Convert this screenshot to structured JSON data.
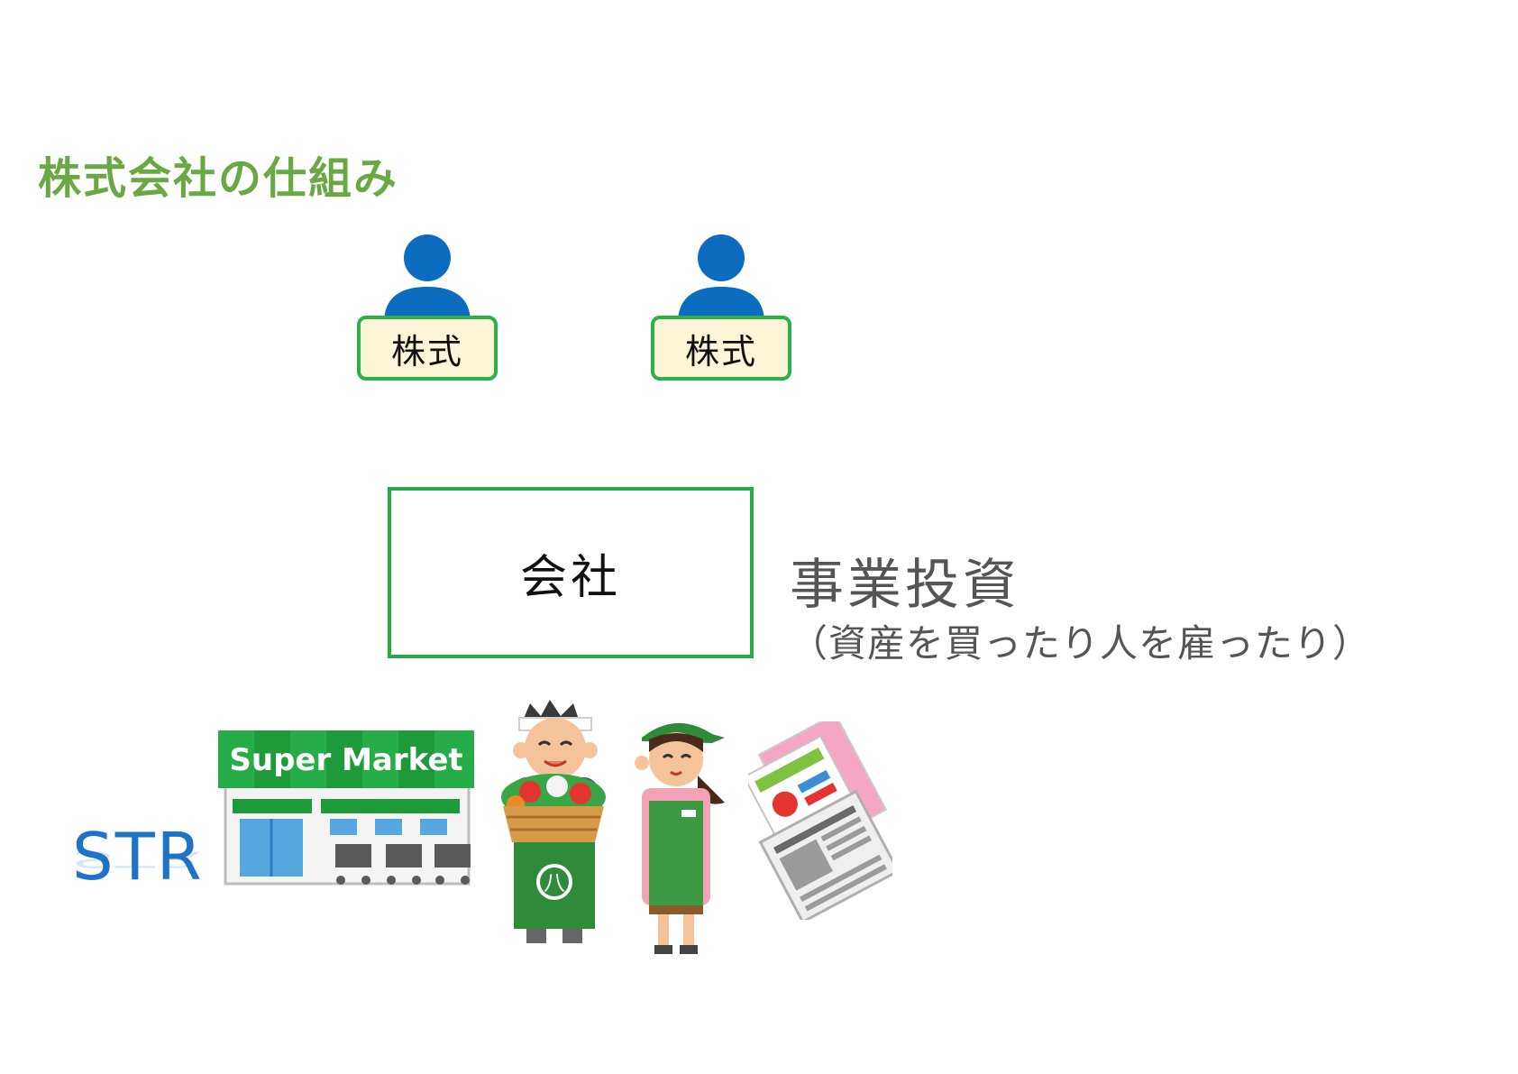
{
  "title": "株式会社の仕組み",
  "shareholders": [
    {
      "share_label": "株式",
      "icon": "person-icon"
    },
    {
      "share_label": "株式",
      "icon": "person-icon"
    }
  ],
  "company": {
    "label": "会社"
  },
  "business": {
    "label": "事業投資",
    "note": "（資産を買ったり人を雇ったり）"
  },
  "store": {
    "sign": "Super Market",
    "name": "STR"
  },
  "illustrations": {
    "greengrocer_apron_mark": "八",
    "icons": [
      "supermarket-icon",
      "greengrocer-icon",
      "shop-clerk-icon",
      "flyer-newspaper-icon"
    ]
  },
  "colors": {
    "title": "#6aa843",
    "box_border": "#2aa84a",
    "share_fill": "#fdf6d6",
    "person": "#0b6cc0",
    "text_gray": "#555555",
    "str_blue": "#1f73c4"
  }
}
